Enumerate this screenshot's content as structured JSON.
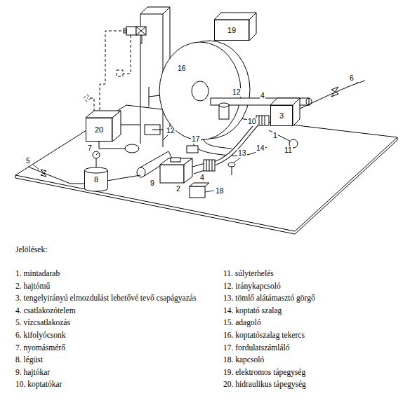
{
  "diagram": {
    "nodes": [
      {
        "text": [
          "19"
        ]
      },
      {
        "text": [
          "20"
        ]
      },
      {
        "text": [
          "3"
        ]
      },
      {
        "text": [
          "8"
        ]
      }
    ],
    "labels": [
      "16",
      "12",
      "12",
      "6",
      "4",
      "10",
      "1",
      "14",
      "11",
      "13",
      "17",
      "4",
      "2",
      "9",
      "7",
      "5",
      "18",
      "Jelölések:",
      "1. mintadarab",
      "2. hajtómű",
      "3. tengelyirányú elmozdulást lehetővé tevő csapágyazás",
      "4. csatlakozótelem",
      "5. vízcsatlakozás",
      "6. kifolyócsonk",
      "7. nyomásmérő",
      "8. légüst",
      "9. hajtókar",
      "10. koptatókar",
      "11. súlyterhelés",
      "12. iránykapcsoló",
      "13. tömlő alátámasztó görgő",
      "14. koptató szalag",
      "15. adagoló",
      "16. koptatószalag tekercs",
      "17. fordulatszámláló",
      "18. kapcsoló",
      "19. elektromos tápegység",
      "20. hidraulikus tápegység"
    ]
  }
}
